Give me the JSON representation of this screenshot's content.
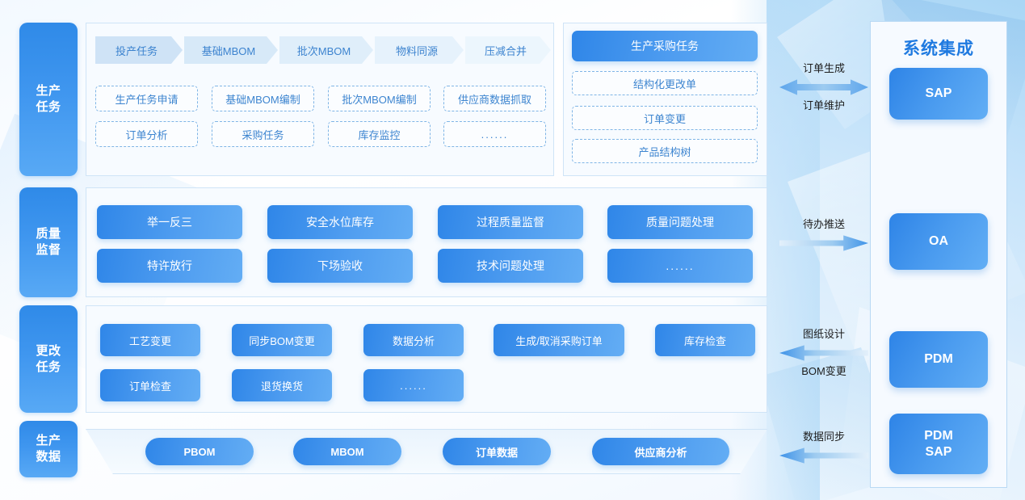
{
  "categories": [
    {
      "line1": "生产",
      "line2": "任务"
    },
    {
      "line1": "质量",
      "line2": "监督"
    },
    {
      "line1": "更改",
      "line2": "任务"
    },
    {
      "line1": "生产",
      "line2": "数据"
    }
  ],
  "flow_chevrons": [
    "投产任务",
    "基础MBOM",
    "批次MBOM",
    "物料同源",
    "压减合并"
  ],
  "production_tasks": {
    "row1": [
      "生产任务申请",
      "基础MBOM编制",
      "批次MBOM编制",
      "供应商数据抓取"
    ],
    "row2": [
      "订单分析",
      "采购任务",
      "库存监控",
      "......"
    ]
  },
  "procurement_panel": {
    "header": "生产采购任务",
    "items": [
      "结构化更改单",
      "订单变更",
      "产品结构树"
    ]
  },
  "quality_supervision": {
    "row1": [
      "举一反三",
      "安全水位库存",
      "过程质量监督",
      "质量问题处理"
    ],
    "row2": [
      "特许放行",
      "下场验收",
      "技术问题处理",
      "......"
    ]
  },
  "change_tasks": {
    "row1": [
      "工艺变更",
      "同步BOM变更",
      "数据分析",
      "生成/取消采购订单",
      "库存检查"
    ],
    "row2": [
      "订单检查",
      "退货换货",
      "......"
    ]
  },
  "production_data": [
    "PBOM",
    "MBOM",
    "订单数据",
    "供应商分析"
  ],
  "arrows": [
    {
      "top_label": "订单生成",
      "bottom_label": "订单维护",
      "direction": "both"
    },
    {
      "top_label": "待办推送",
      "bottom_label": "",
      "direction": "right"
    },
    {
      "top_label": "图纸设计",
      "bottom_label": "BOM变更",
      "direction": "left"
    },
    {
      "top_label": "数据同步",
      "bottom_label": "",
      "direction": "left"
    }
  ],
  "system_integration": {
    "title": "系统集成",
    "items": [
      {
        "label": "SAP"
      },
      {
        "label": "OA"
      },
      {
        "label": "PDM"
      },
      {
        "line1": "PDM",
        "line2": "SAP"
      }
    ]
  },
  "colors": {
    "accent": "#2f86e8",
    "accent_light": "#63adf4",
    "panel_bg": "#f7fbff",
    "panel_border": "#cfe4f7",
    "dashed_border": "#7fb5e6",
    "title_blue": "#1f7ae0"
  }
}
